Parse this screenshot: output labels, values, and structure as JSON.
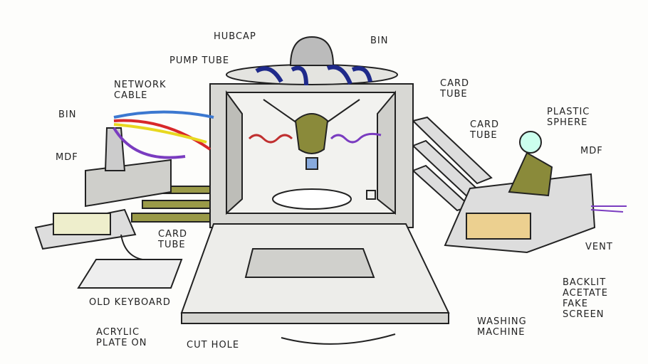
{
  "title_hidden": "",
  "labels": {
    "hubcap": "HUBCAP",
    "bin_top": "BIN",
    "pump_tube": "PUMP TUBE",
    "network_cable": "NETWORK\nCABLE",
    "card_tube_top_right": "CARD\nTUBE",
    "bin_left": "BIN",
    "mdf_left": "MDF",
    "card_tube_right": "CARD\nTUBE",
    "plastic_sphere": "PLASTIC\nSPHERE",
    "mdf_right": "MDF",
    "card_tube_left": "CARD\nTUBE",
    "vent": "VENT",
    "backlit_screen": "BACKLIT\nACETATE\nFAKE\nSCREEN",
    "old_keyboard": "OLD KEYBOARD",
    "washing_machine": "WASHING\nMACHINE",
    "acrylic_plate": "ACRYLIC\nPLATE ON",
    "cut_hole": "CUT HOLE"
  },
  "colors": {
    "ink": "#222222",
    "tube_green": "#8a8a3a",
    "grey": "#cfcfcb",
    "cable_red": "#d8282a",
    "cable_yellow": "#e8d820",
    "cable_purple": "#7a3cc0",
    "cable_blue": "#3c78d0",
    "pump_blue": "#1f2a8a"
  }
}
